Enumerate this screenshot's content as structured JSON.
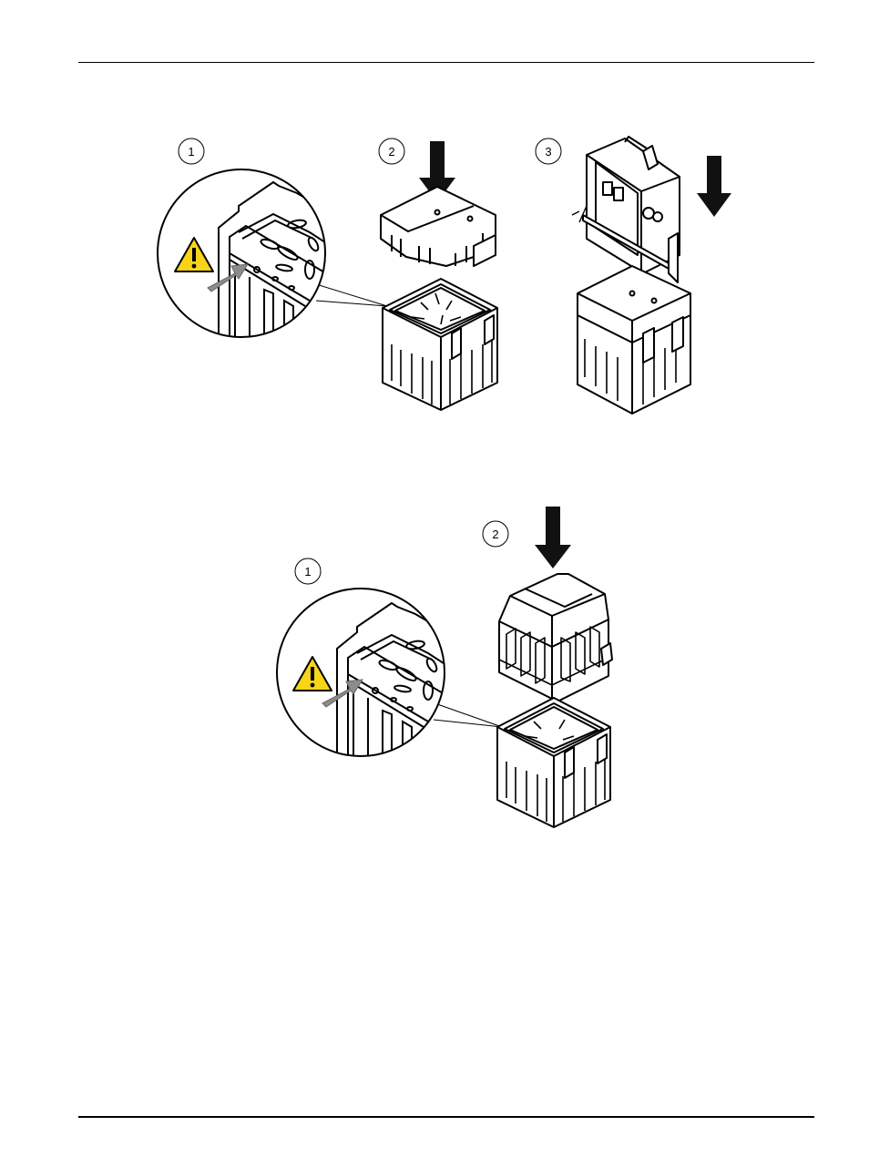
{
  "figure_1": {
    "callouts": [
      "1",
      "2",
      "3"
    ],
    "icons": [
      "magnifier-detail",
      "warning-icon",
      "press-arrow-icon",
      "down-arrow-icon",
      "container-base",
      "container-lid",
      "controller-unit"
    ]
  },
  "figure_2": {
    "callouts": [
      "1",
      "2"
    ],
    "icons": [
      "magnifier-detail",
      "warning-icon",
      "press-arrow-icon",
      "down-arrow-icon",
      "container-base",
      "dome-lid"
    ]
  },
  "colors": {
    "line": "#000000",
    "warning_yellow": "#f7d417",
    "press_arrow": "#8c8c8c"
  }
}
